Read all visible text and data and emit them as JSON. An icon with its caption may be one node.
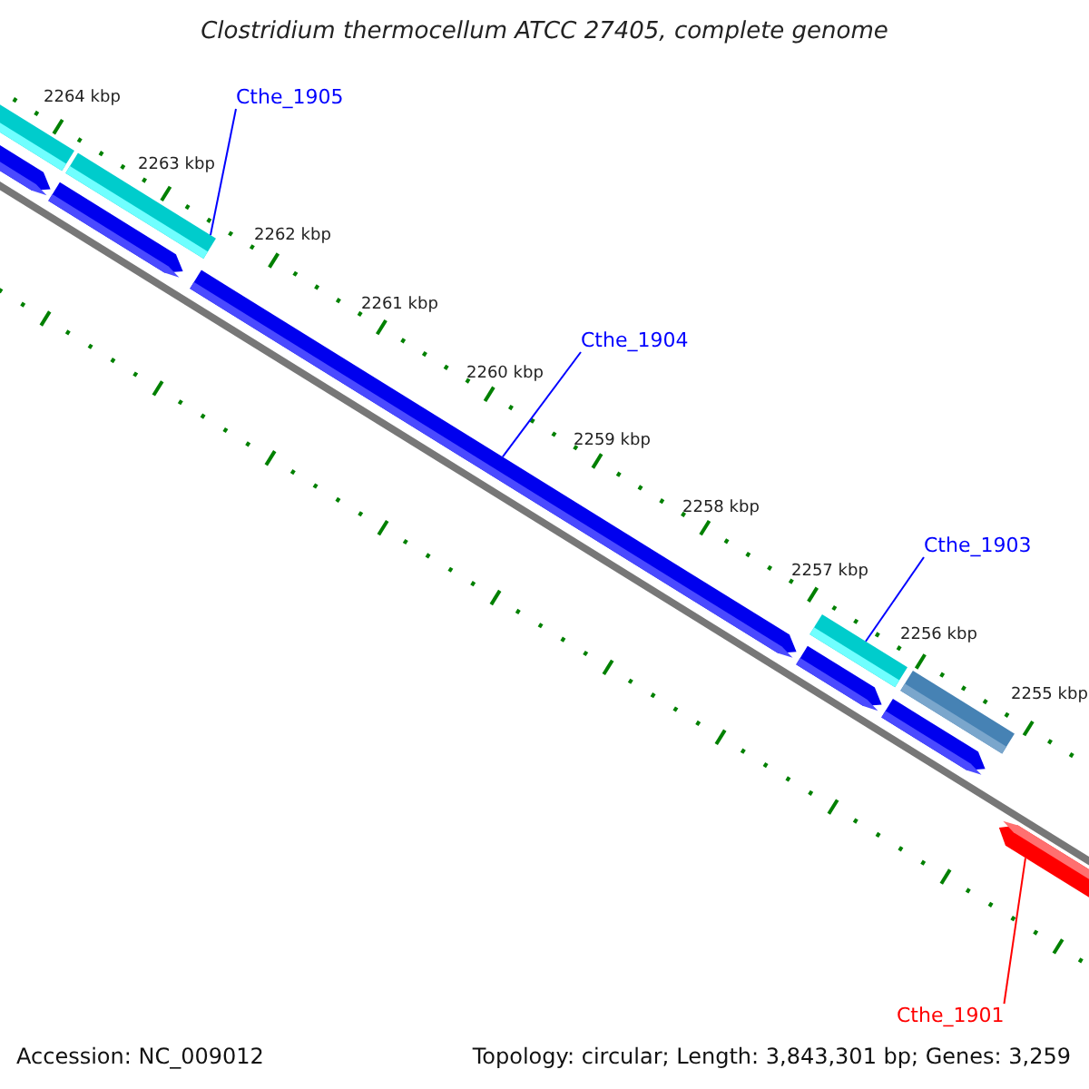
{
  "diagram": {
    "title": "Clostridium thermocellum ATCC 27405, complete genome",
    "nodes": [
      {
        "text": [
          "Cthe_1905"
        ]
      },
      {
        "text": [],
        "shape": "bar"
      },
      {
        "text": [
          "Cthe_1904"
        ]
      },
      {
        "text": [],
        "shape": "bar"
      },
      {
        "text": [
          "Cthe_1903"
        ]
      },
      {
        "text": [],
        "shape": "bar"
      },
      {
        "text": [
          "Cthe_1901"
        ]
      },
      {
        "text": [],
        "shape": "bar"
      }
    ],
    "edges": [
      {
        "from": 0,
        "to": 1,
        "arrow": "none"
      },
      {
        "from": 2,
        "to": 3,
        "arrow": "none"
      },
      {
        "from": 4,
        "to": 5,
        "arrow": "none"
      },
      {
        "from": 6,
        "to": 7,
        "arrow": "none",
        "color": "#ff0000"
      }
    ],
    "labels": [
      "2264 kbp",
      "2263 kbp",
      "2262 kbp",
      "2261 kbp",
      "2260 kbp",
      "2259 kbp",
      "2258 kbp",
      "2257 kbp",
      "2256 kbp",
      "2255 kbp",
      "Accession: NC_009012",
      "Topology: circular; Length: 3,843,301 bp; Genes: 3,259"
    ]
  }
}
